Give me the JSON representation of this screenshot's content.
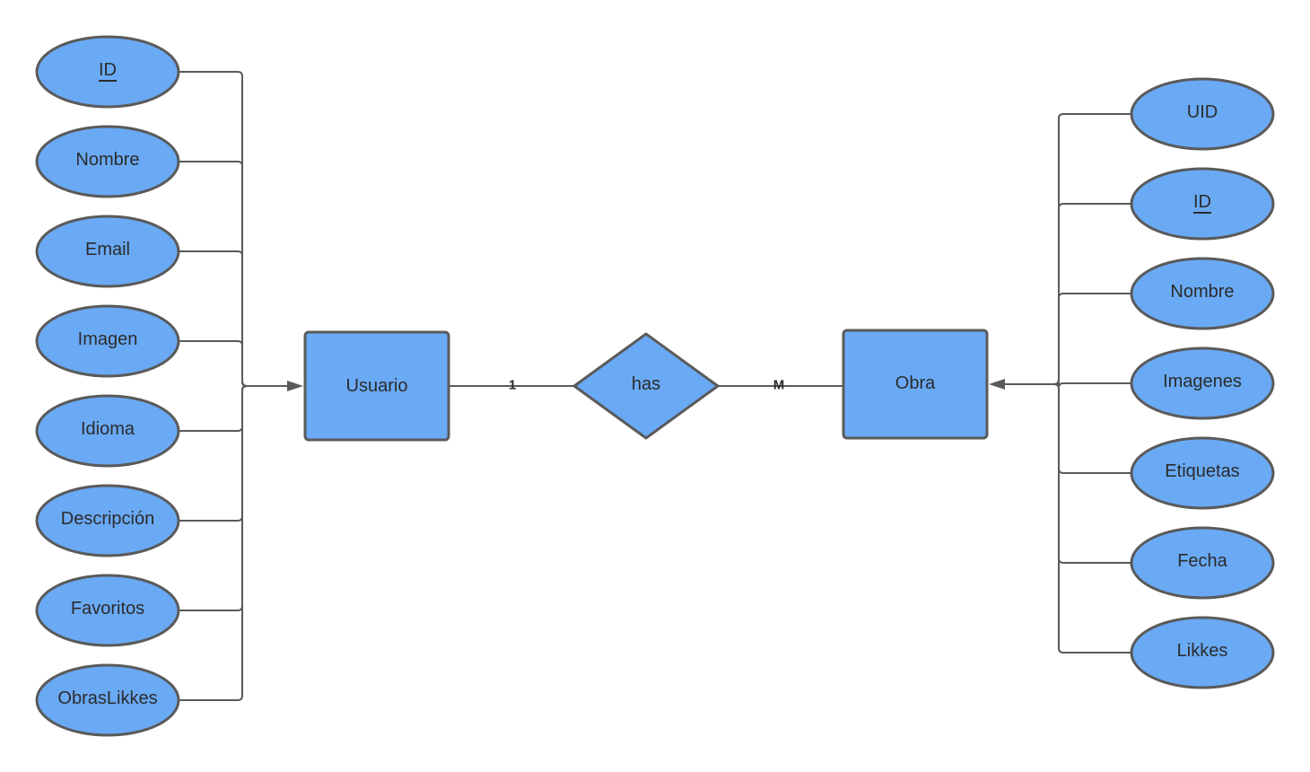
{
  "diagram": {
    "entities": {
      "usuario": "Usuario",
      "obra": "Obra"
    },
    "relationship": {
      "label": "has",
      "left_cardinality": "1",
      "right_cardinality": "M"
    },
    "usuario_attributes": [
      {
        "label": "ID",
        "key": true
      },
      {
        "label": "Nombre",
        "key": false
      },
      {
        "label": "Email",
        "key": false
      },
      {
        "label": "Imagen",
        "key": false
      },
      {
        "label": "Idioma",
        "key": false
      },
      {
        "label": "Descripción",
        "key": false
      },
      {
        "label": "Favoritos",
        "key": false
      },
      {
        "label": "ObrasLikkes",
        "key": false
      }
    ],
    "obra_attributes": [
      {
        "label": "UID",
        "key": false
      },
      {
        "label": "ID",
        "key": true
      },
      {
        "label": "Nombre",
        "key": false
      },
      {
        "label": "Imagenes",
        "key": false
      },
      {
        "label": "Etiquetas",
        "key": false
      },
      {
        "label": "Fecha",
        "key": false
      },
      {
        "label": "Likkes",
        "key": false
      }
    ],
    "colors": {
      "shape_fill": "#6aaaf5",
      "stroke": "#5a5a5a",
      "text": "#2b2b2b"
    }
  }
}
